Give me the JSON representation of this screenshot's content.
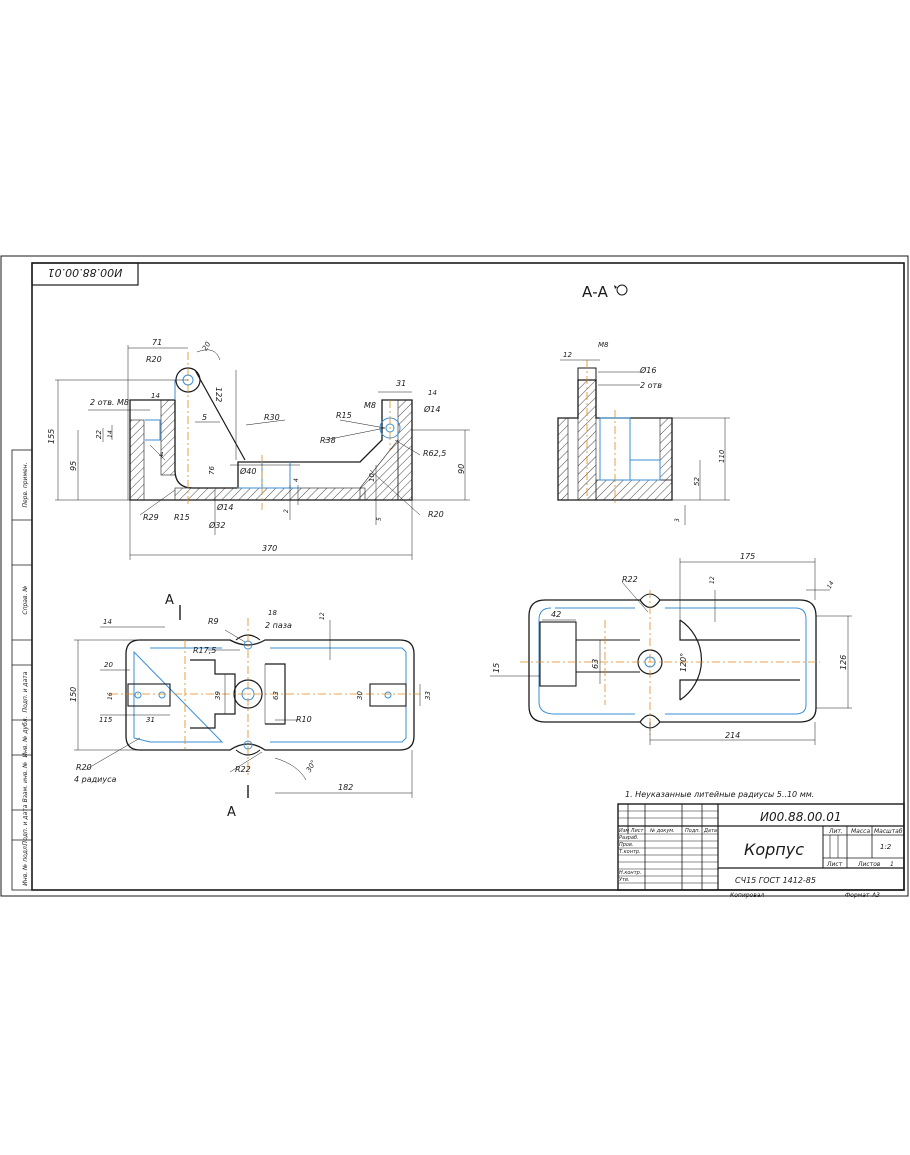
{
  "doc_code": "И00.88.00.01",
  "doc_code_rotated": "И00.88.00.01",
  "section_label": "А-А",
  "cut_mark_a": "А",
  "front_view": {
    "dims": [
      "71",
      "20",
      "R20",
      "122",
      "155",
      "95",
      "2 отв. М8",
      "14",
      "5",
      "22",
      "14",
      "4",
      "R30",
      "R15",
      "R38",
      "М8",
      "31",
      "14",
      "Ø14",
      "R62,5",
      "90",
      "Ø40",
      "76",
      "Ø14",
      "Ø32",
      "4",
      "2",
      "10",
      "5",
      "R29",
      "R15",
      "R20",
      "370"
    ]
  },
  "section_view": {
    "dims": [
      "12",
      "М8",
      "Ø16",
      "2 отв",
      "110",
      "52",
      "3"
    ]
  },
  "plan_view": {
    "dims": [
      "14",
      "R9",
      "18",
      "2 паза",
      "12",
      "R17,5",
      "150",
      "20",
      "16",
      "115",
      "31",
      "39",
      "63",
      "30",
      "33",
      "R10",
      "R20",
      "4 радиуса",
      "R22",
      "182",
      "30°"
    ]
  },
  "bottom_view": {
    "dims": [
      "175",
      "R22",
      "12",
      "14",
      "42",
      "15",
      "63",
      "120°",
      "126",
      "214"
    ]
  },
  "note": "1. Неуказанные литейные радиусы 5..10 мм.",
  "title_block": {
    "code": "И00.88.00.01",
    "name": "Корпус",
    "material": "СЧ15 ГОСТ 1412-85",
    "lit": "Лит.",
    "mass": "Масса",
    "scale_hdr": "Масштаб",
    "scale": "1:2",
    "sheet": "Лист",
    "sheets": "Листов",
    "sheets_val": "1",
    "col_izm": "Изм Лист",
    "col_doc": "№ докум.",
    "col_sign": "Подп.",
    "col_date": "Дата",
    "row_dev": "Разраб.",
    "row_check": "Пров.",
    "row_tech": "Т.контр.",
    "row_nctrl": "Н.контр.",
    "row_appr": "Утв.",
    "copied": "Копировал",
    "format": "Формат",
    "format_val": "А3"
  },
  "side_stamps": [
    "Перв. примен.",
    "Справ. №",
    "Подп. и дата",
    "Инв. № дубл.",
    "Взам. инв. №",
    "Подп. и дата",
    "Инв. № подл."
  ]
}
